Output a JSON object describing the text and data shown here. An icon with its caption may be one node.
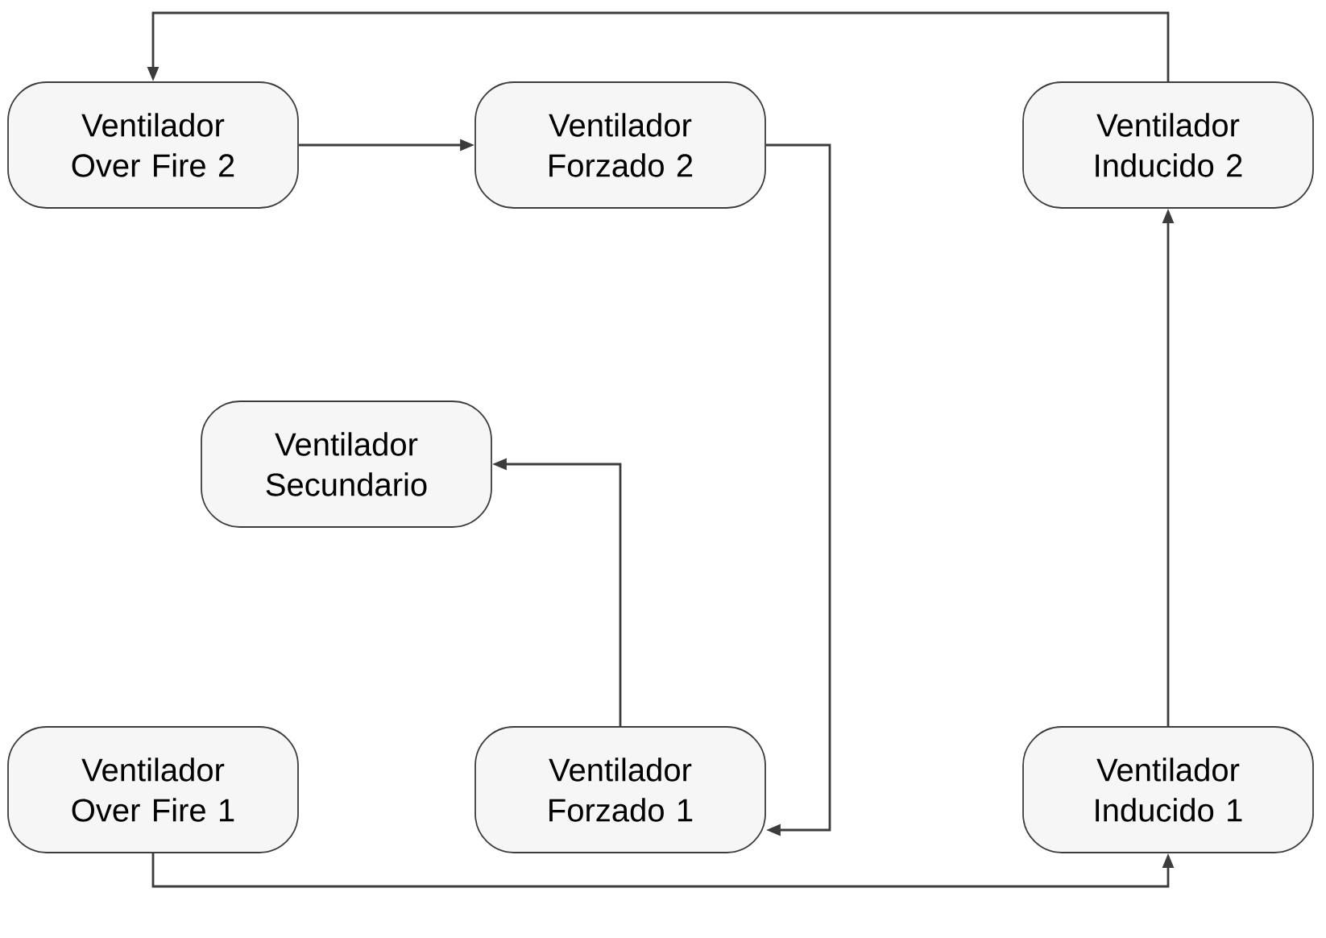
{
  "diagram": {
    "nodes": [
      {
        "text": [
          "Ventilador Over Fire 2"
        ]
      },
      {
        "text": [
          "Ventilador Forzado 2"
        ]
      },
      {
        "text": [
          "Ventilador Inducido 2"
        ]
      },
      {
        "text": [
          "Ventilador Secundario"
        ]
      },
      {
        "text": [
          "Ventilador Over Fire 1"
        ]
      },
      {
        "text": [
          "Ventilador Forzado 1"
        ]
      },
      {
        "text": [
          "Ventilador Inducido 1"
        ]
      }
    ],
    "edges": [
      {
        "from": 0,
        "to": 1,
        "arrow": "to"
      },
      {
        "from": 1,
        "to": 5,
        "arrow": "to"
      },
      {
        "from": 5,
        "to": 3,
        "arrow": "to"
      },
      {
        "from": 4,
        "to": 6,
        "arrow": "to"
      },
      {
        "from": 6,
        "to": 2,
        "arrow": "to"
      },
      {
        "from": 2,
        "to": 0,
        "arrow": "to"
      }
    ]
  }
}
